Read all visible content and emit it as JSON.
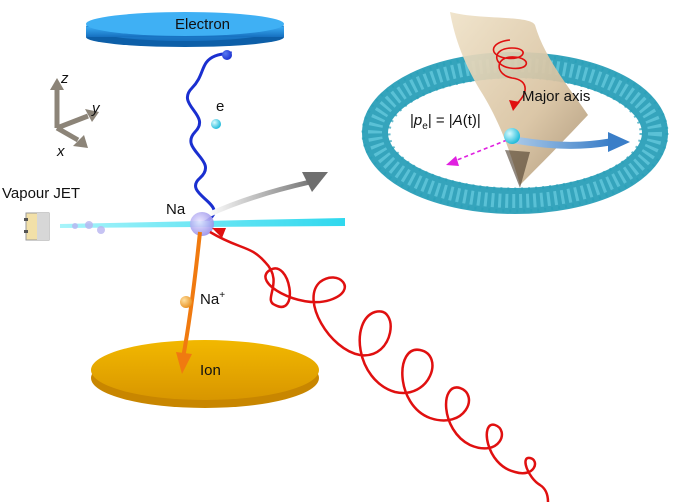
{
  "detectors": {
    "electron_label": "Electron",
    "ion_label": "Ion"
  },
  "axes": {
    "z": "z",
    "y": "y",
    "x": "x"
  },
  "labels": {
    "vapour_jet": "Vapour JET",
    "atom": "Na",
    "electron": "e",
    "ion_main": "Na",
    "ion_charge": "+",
    "major_axis": "Major axis"
  },
  "equation": {
    "left_open": "|",
    "left_var": "p",
    "left_sub": "e",
    "middle": "| = |",
    "right_var": "A",
    "right_paren": "(t)",
    "right_close": "|"
  },
  "colors": {
    "electron_detector": "#1f8fe0",
    "ion_detector": "#e8a800",
    "electron_trajectory": "#1a2fd0",
    "ion_trajectory": "#f07a10",
    "laser": "#e01010",
    "jet": "#40e0f0",
    "ring": "#2a9fb8",
    "sheet": "#e0cba8",
    "pe_arrow": "#e020e0"
  }
}
